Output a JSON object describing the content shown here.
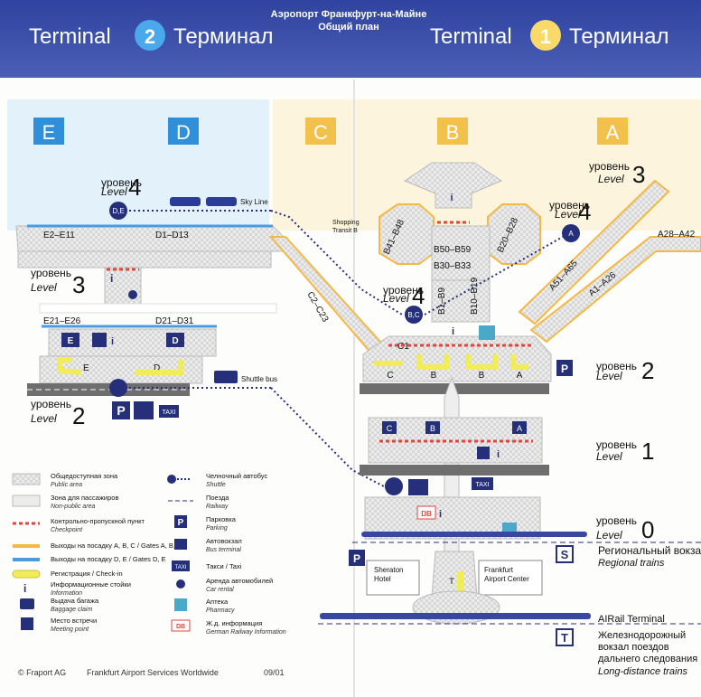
{
  "header": {
    "terminal2_label": "Terminal",
    "terminal2_number": "2",
    "terminal2_ru": "Терминал",
    "terminal1_label": "Terminal",
    "terminal1_number": "1",
    "terminal1_ru": "Терминал",
    "subtitle_line1": "Аэропорт Франкфурт-на-Майне",
    "subtitle_line2": "Общий план"
  },
  "piers": [
    "E",
    "D",
    "C",
    "B",
    "A"
  ],
  "levels": {
    "ru": "уровень",
    "en": "Level",
    "n4": "4",
    "n3": "3",
    "n2": "2",
    "n1": "1",
    "n0": "0"
  },
  "gates": {
    "e2_e11": "E2–E11",
    "d1_d13": "D1–D13",
    "e21_e26": "E21–E26",
    "d21_d31": "D21–D31",
    "c2_c23": "C2–C23",
    "c1": "C1",
    "b41_b48": "B41–B48",
    "b50_b59": "B50–B59",
    "b20_b28": "B20–B28",
    "b30_b33": "B30–B33",
    "b1_b9": "B1–B9",
    "b10_b19": "B10–B19",
    "a51_a65": "A51–A65",
    "a1_a26": "A1–A26",
    "a28_a42": "A28–A42"
  },
  "stops": {
    "de": "D,E",
    "bc": "B,C",
    "a": "A"
  },
  "labels": {
    "sky_line": "Sky Line",
    "shopping": "Shopping",
    "transit_b": "Transit B",
    "shuttle_bus": "Shuttle bus",
    "taxi": "TAXI",
    "parking": "P",
    "info": "i",
    "db": "DB",
    "sheraton_1": "Sheraton",
    "sheraton_2": "Hotel",
    "fac_1": "Frankfurt",
    "fac_2": "Airport Center",
    "t": "T",
    "s": "S",
    "checkin_e": "E",
    "checkin_d": "D",
    "checkin_c": "C",
    "checkin_b": "B",
    "checkin_a": "A"
  },
  "stations": {
    "regional_ru": "Региональный вокзал",
    "regional_en": "Regional trains",
    "airail": "AIRail Terminal",
    "longdist_ru1": "Железнодорожный",
    "longdist_ru2": "вокзал поездов",
    "longdist_ru3": "дальнего следования",
    "longdist_en": "Long-distance trains"
  },
  "legend": [
    {
      "ru": "Общедоступная зона",
      "en": "Public area"
    },
    {
      "ru": "Зона для пассажиров",
      "en": "Non-public area"
    },
    {
      "ru": "Контрольно-пропускной пункт",
      "en": "Checkpoint"
    },
    {
      "ru": "Выходы на посадку A, B, C / Gates A, B, C",
      "en": ""
    },
    {
      "ru": "Выходы на посадку D, E / Gates D, E",
      "en": ""
    },
    {
      "ru": "Регистрация / Check-in",
      "en": ""
    },
    {
      "ru": "Информационные стойки",
      "en": "Information"
    },
    {
      "ru": "Выдача багажа",
      "en": "Baggage claim"
    },
    {
      "ru": "Место встречи",
      "en": "Meeting point"
    }
  ],
  "legend2": [
    {
      "ru": "Челночный автобус",
      "en": "Shuttle"
    },
    {
      "ru": "Поезда",
      "en": "Railway"
    },
    {
      "ru": "Парковка",
      "en": "Parking"
    },
    {
      "ru": "Автовокзал",
      "en": "Bus terminal"
    },
    {
      "ru": "Такси / Taxi",
      "en": ""
    },
    {
      "ru": "Аренда автомобилей",
      "en": "Car rental"
    },
    {
      "ru": "Аптека",
      "en": "Pharmacy"
    },
    {
      "ru": "Ж.д. информация",
      "en": "German Railway Information"
    }
  ],
  "footer": {
    "copyright": "© Fraport AG",
    "services": "Frankfurt Airport Services Worldwide",
    "date": "09/01"
  },
  "colors": {
    "header_blue": "#3a4fa6",
    "navy": "#26307a",
    "gate_abc": "#f4b844",
    "gate_de": "#4a9be0",
    "checkin": "#f1ec5a",
    "checkpoint": "#e4453a",
    "pharmacy": "#4aa8c8"
  }
}
